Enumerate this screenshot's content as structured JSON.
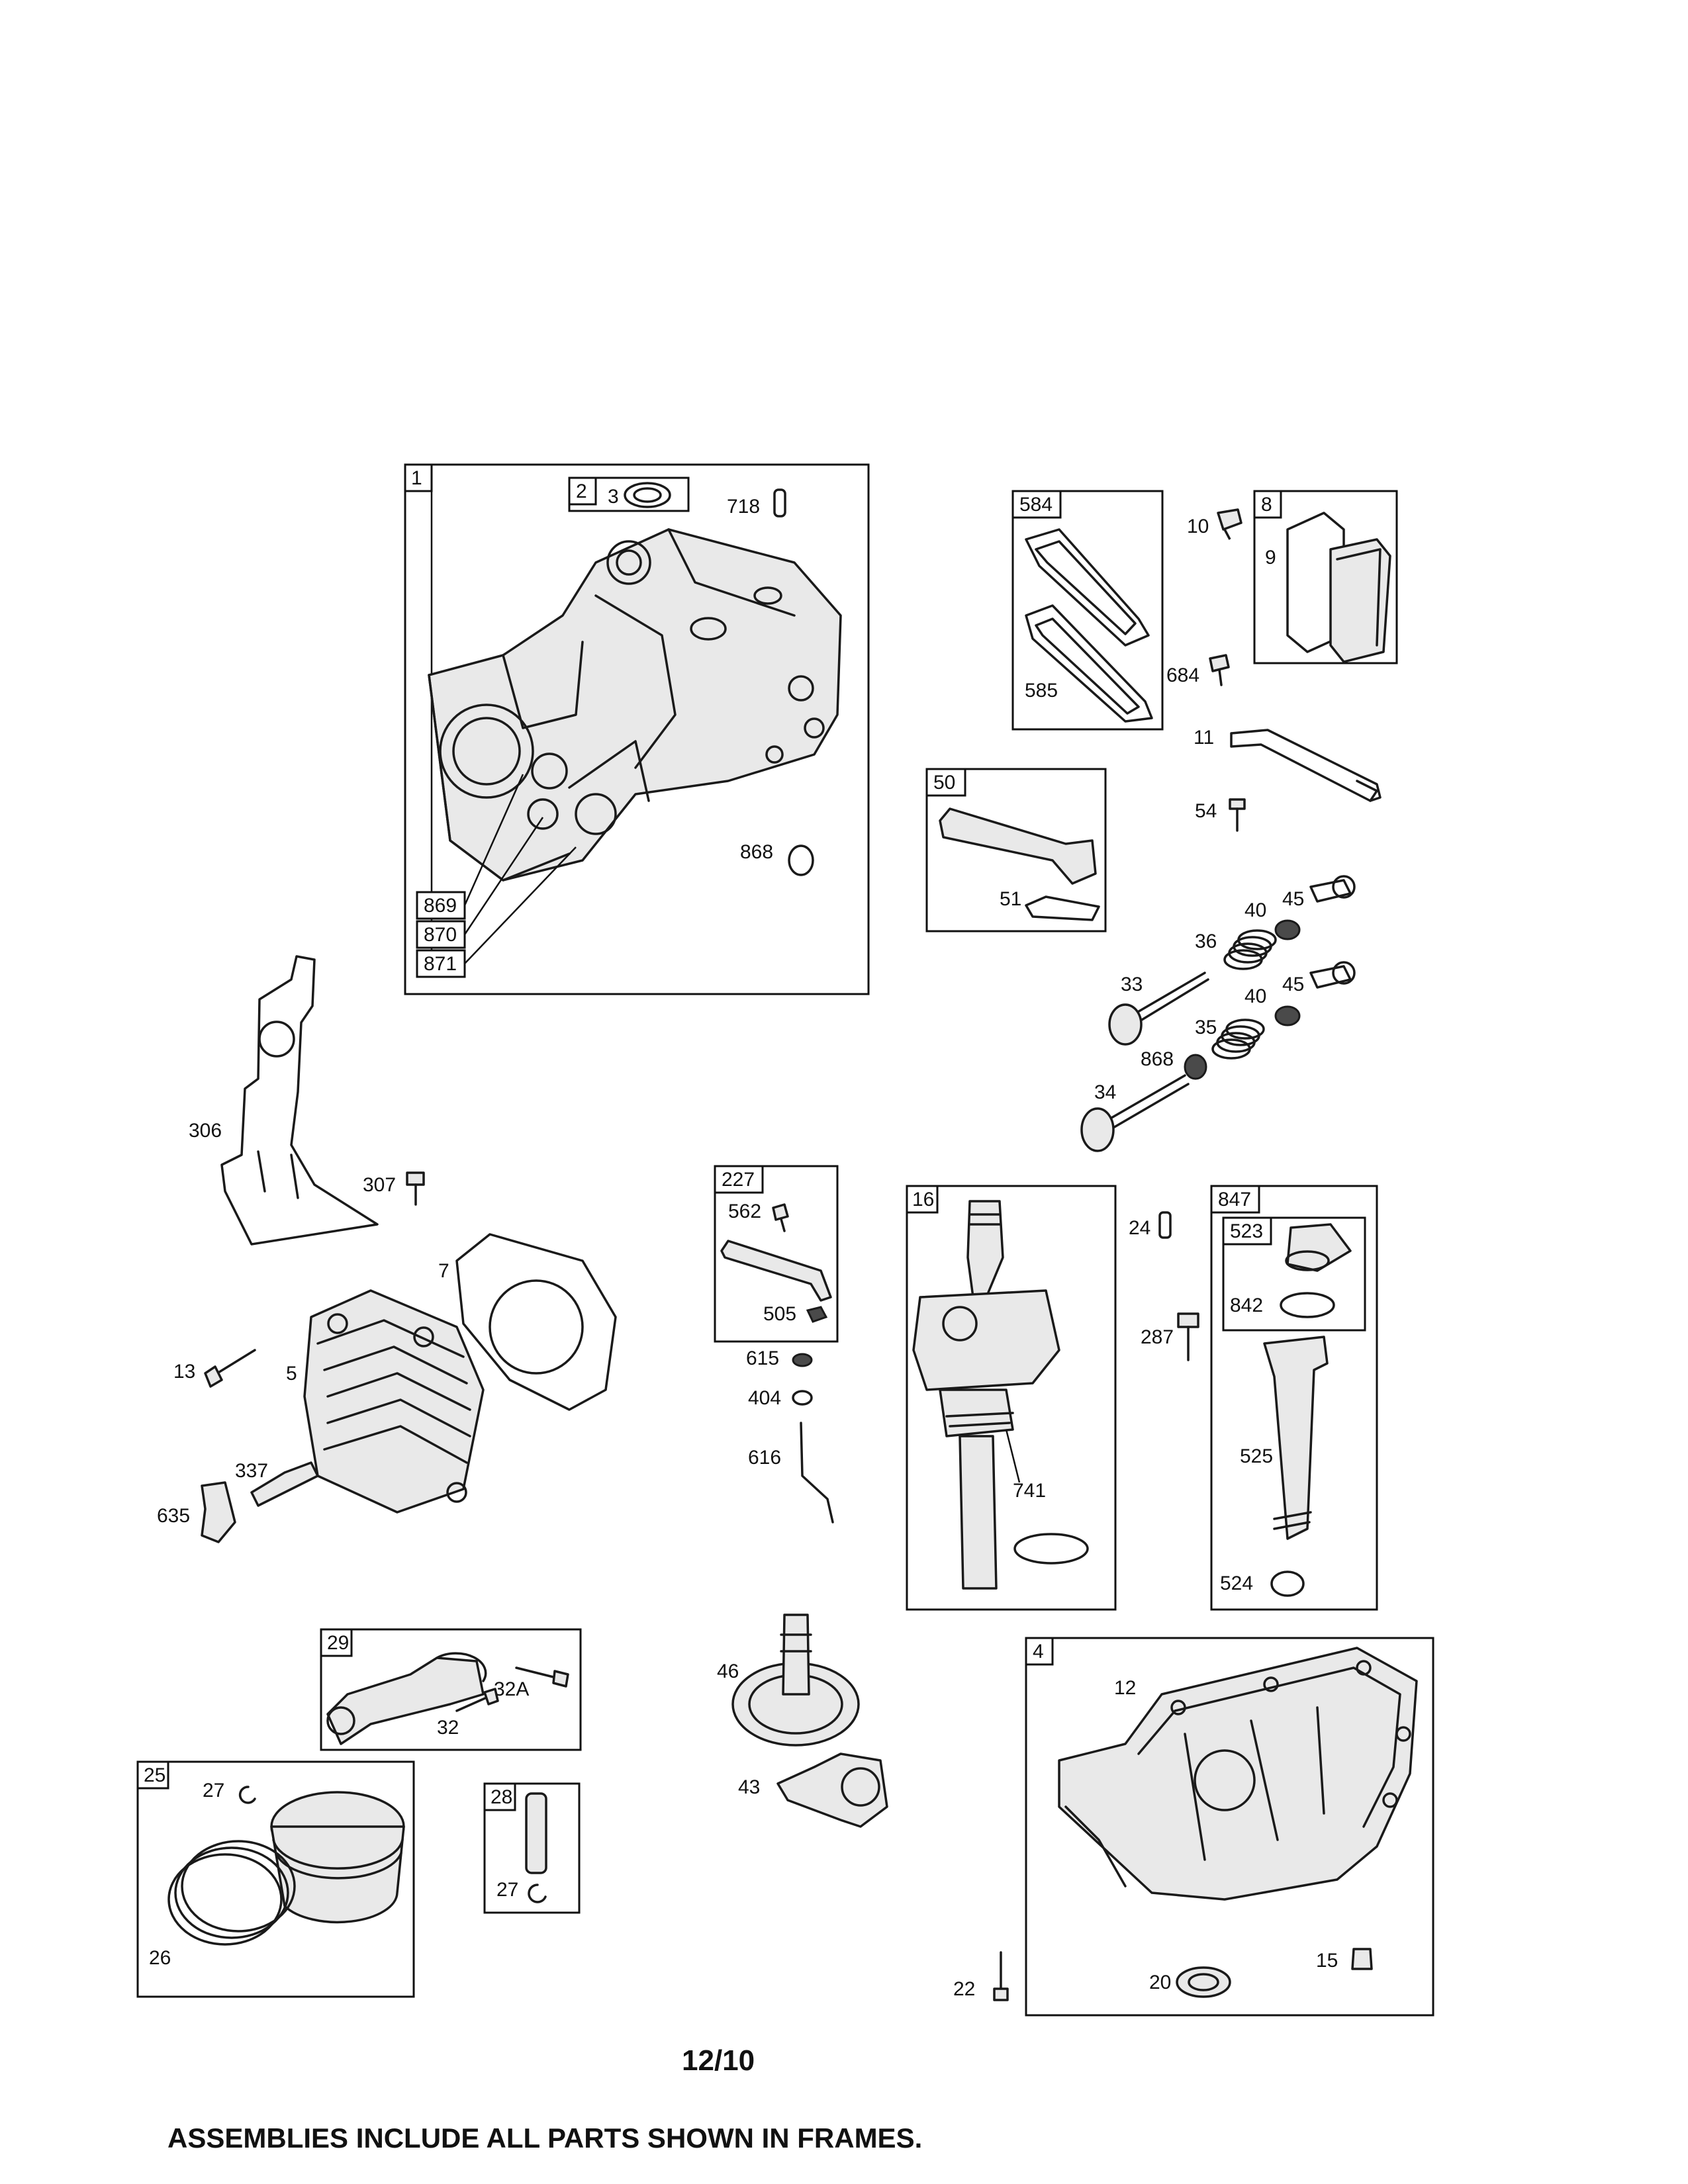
{
  "frames": [
    {
      "id": "1",
      "tag": "1"
    },
    {
      "id": "2",
      "tag": "2"
    },
    {
      "id": "584",
      "tag": "584"
    },
    {
      "id": "8",
      "tag": "8"
    },
    {
      "id": "50",
      "tag": "50"
    },
    {
      "id": "227",
      "tag": "227"
    },
    {
      "id": "16",
      "tag": "16"
    },
    {
      "id": "847",
      "tag": "847"
    },
    {
      "id": "523",
      "tag": "523"
    },
    {
      "id": "29",
      "tag": "29"
    },
    {
      "id": "4",
      "tag": "4"
    },
    {
      "id": "25",
      "tag": "25"
    },
    {
      "id": "28",
      "tag": "28"
    },
    {
      "id": "869",
      "tag": "869"
    },
    {
      "id": "870",
      "tag": "870"
    },
    {
      "id": "871",
      "tag": "871"
    }
  ],
  "labels": [
    "3",
    "718",
    "868",
    "10",
    "9",
    "684",
    "585",
    "11",
    "54",
    "51",
    "40",
    "45",
    "36",
    "33",
    "40",
    "45",
    "35",
    "868",
    "34",
    "306",
    "307",
    "7",
    "13",
    "5",
    "337",
    "635",
    "562",
    "505",
    "615",
    "404",
    "616",
    "741",
    "24",
    "287",
    "842",
    "525",
    "524",
    "46",
    "43",
    "12",
    "32A",
    "32",
    "27",
    "26",
    "27",
    "22",
    "20",
    "15"
  ],
  "footer": {
    "date": "12/10",
    "note": "ASSEMBLIES INCLUDE ALL PARTS SHOWN IN FRAMES."
  }
}
